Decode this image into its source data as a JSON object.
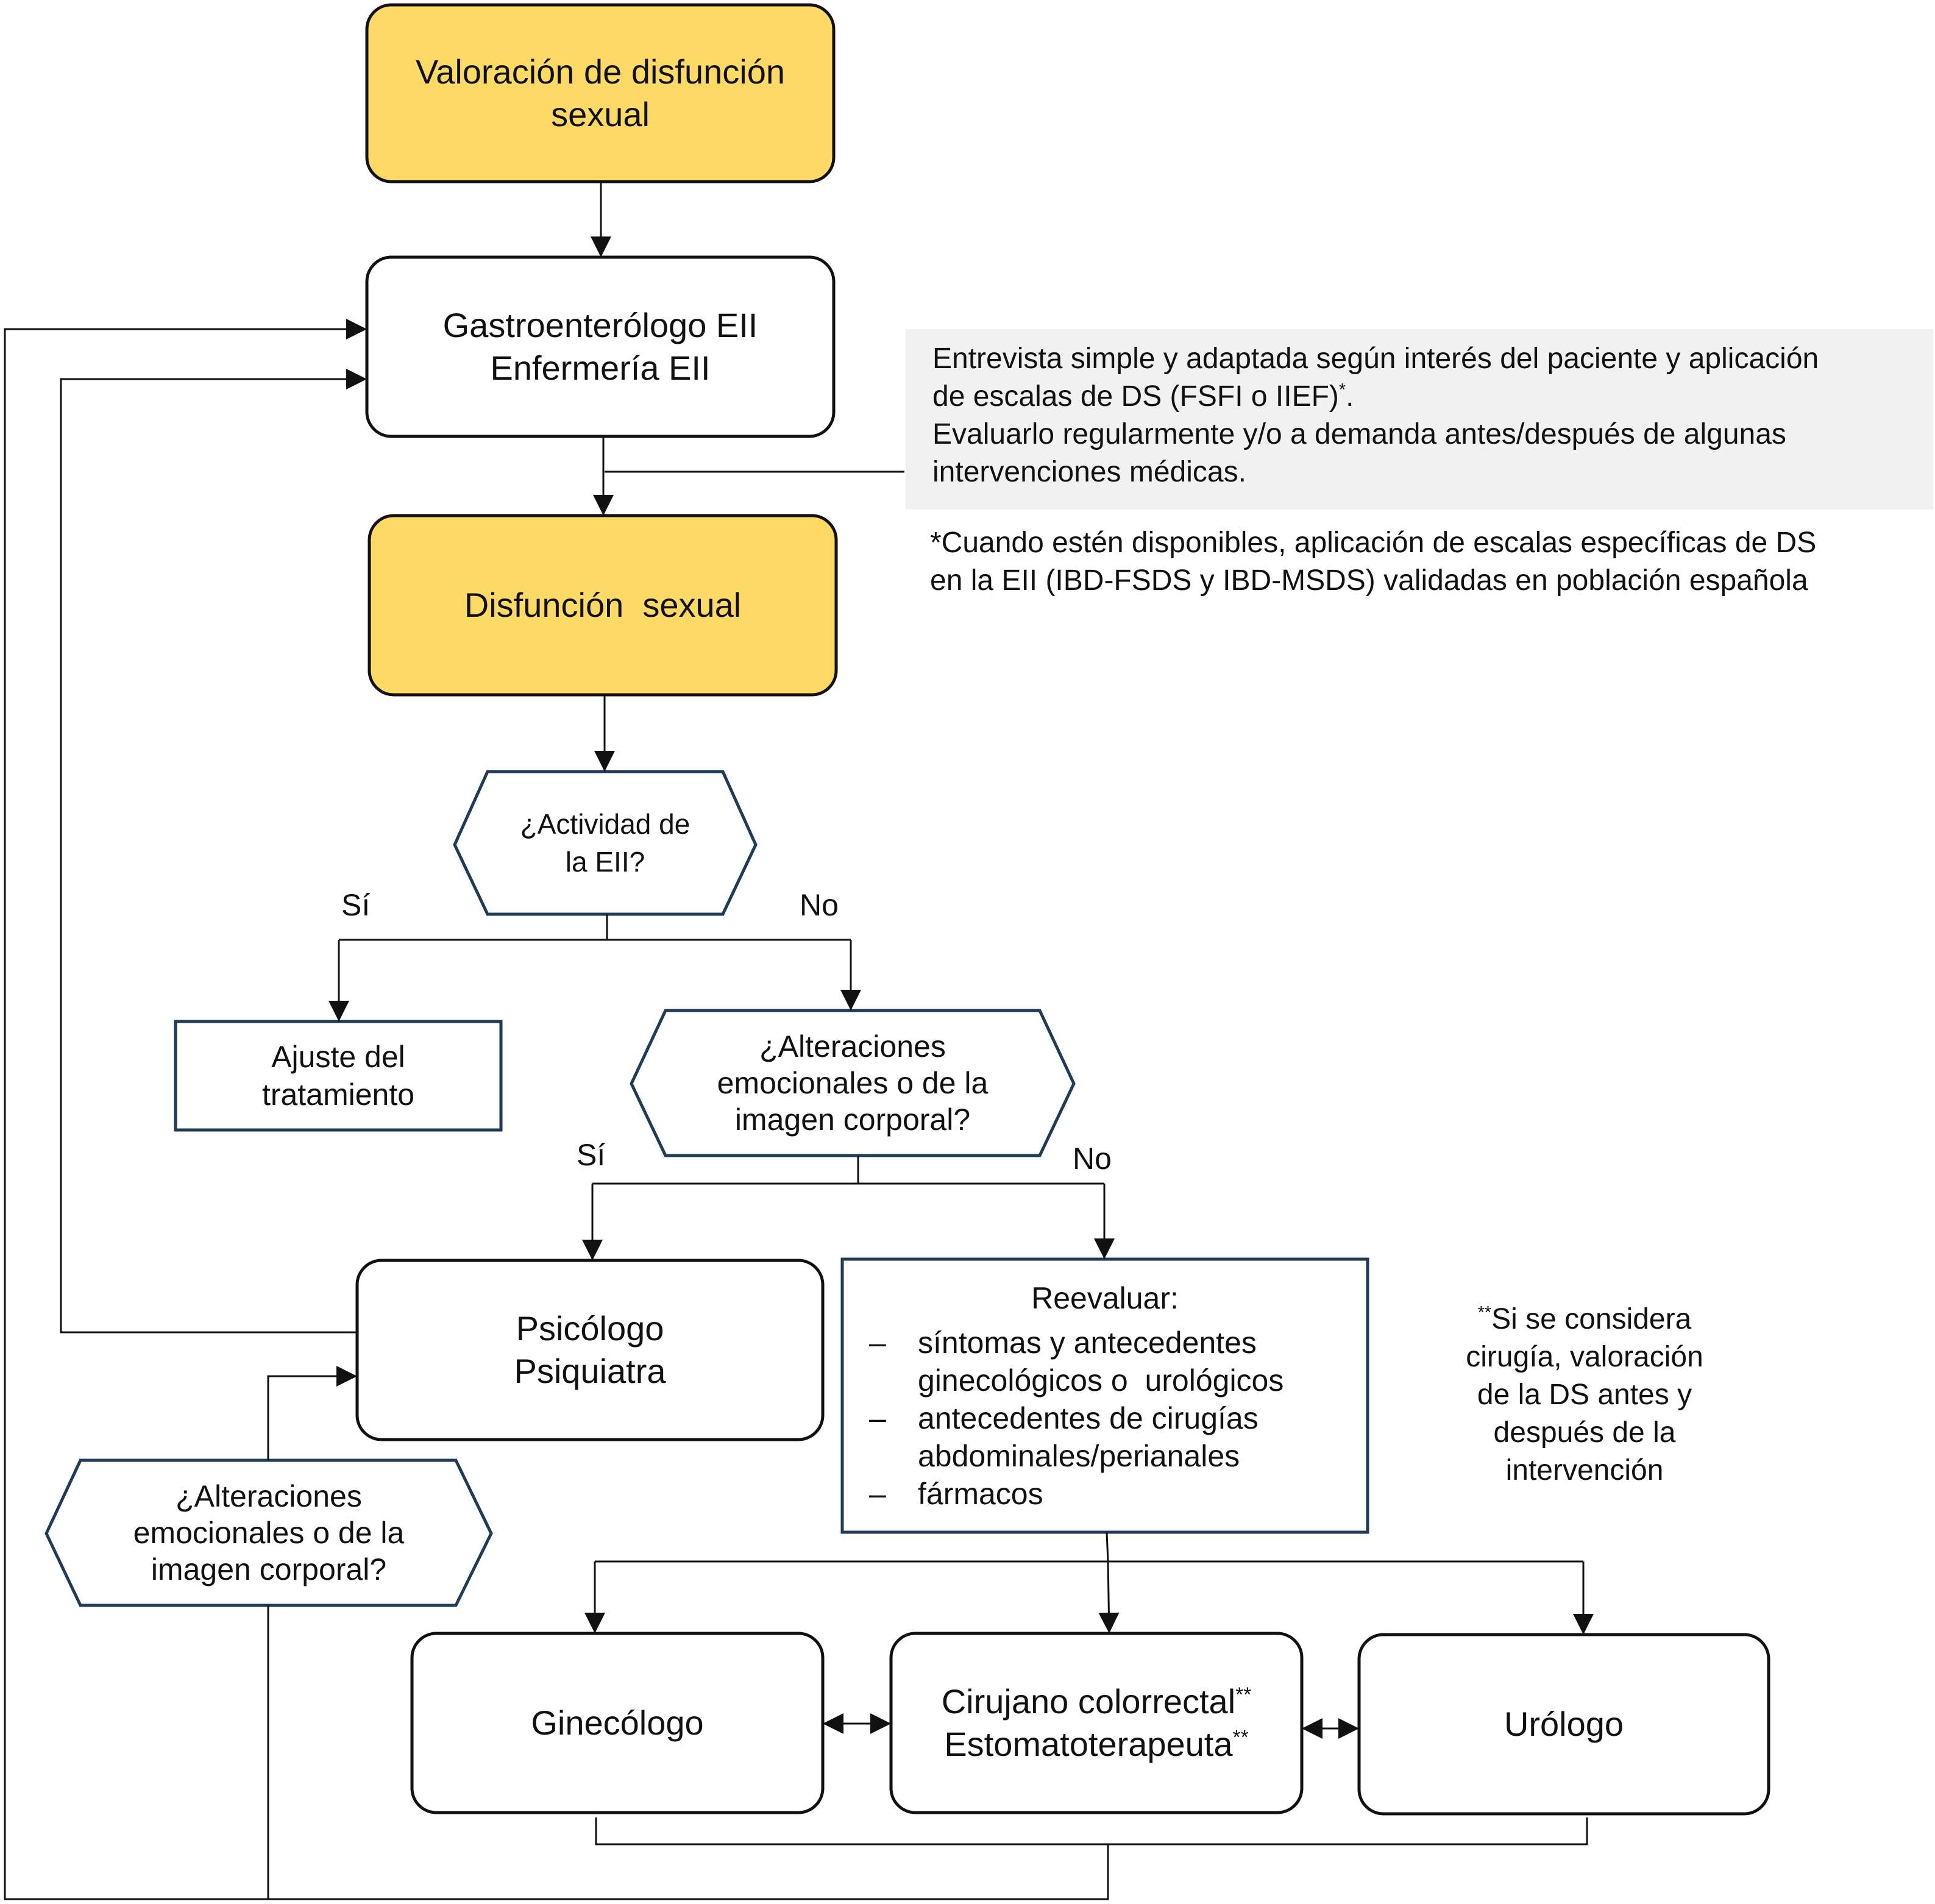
{
  "nodes": {
    "valoracion": {
      "lines": [
        "Valoración de disfunción",
        "sexual"
      ],
      "fill": "#fdd966"
    },
    "gastro": {
      "lines": [
        "Gastroenterólogo EII",
        "Enfermería EII"
      ]
    },
    "disfuncion": {
      "lines": [
        "Disfunción  sexual"
      ],
      "fill": "#fdd966"
    },
    "actividad": {
      "lines": [
        "¿Actividad de",
        "la EII?"
      ]
    },
    "ajuste": {
      "lines": [
        "Ajuste del",
        "tratamiento"
      ]
    },
    "alteraciones_1": {
      "lines": [
        "¿Alteraciones",
        "emocionales o de la",
        "imagen corporal?"
      ]
    },
    "psicologo": {
      "lines": [
        "Psicólogo",
        "Psiquiatra"
      ]
    },
    "reevaluar": {
      "title": "Reevaluar:",
      "items": [
        [
          "síntomas y antecedentes",
          "ginecológicos o  urológicos"
        ],
        [
          "antecedentes de cirugías",
          "abdominales/perianales"
        ],
        [
          "fármacos"
        ]
      ],
      "dash": "–"
    },
    "alteraciones_2": {
      "lines": [
        "¿Alteraciones",
        "emocionales o de la",
        "imagen corporal?"
      ]
    },
    "ginecologo": {
      "lines": [
        "Ginecólogo"
      ]
    },
    "cirujano": {
      "line1": "Cirujano colorrectal",
      "line2": "Estomatoterapeuta",
      "mark": "**"
    },
    "urologo": {
      "lines": [
        "Urólogo"
      ]
    }
  },
  "labels": {
    "si_1": "Sí",
    "no_1": "No",
    "si_2": "Sí",
    "no_2": "No"
  },
  "notes": {
    "entrevista": {
      "line1": "Entrevista simple y adaptada según interés del paciente y aplicación",
      "line2": "de escalas de DS (FSFI o IIEF)",
      "line2_sup": "*",
      "line2_end": ".",
      "line3": "Evaluarlo regularmente y/o a demanda antes/después de algunas",
      "line4": "intervenciones médicas."
    },
    "escalas": {
      "line1": "*Cuando estén disponibles, aplicación de escalas específicas de DS",
      "line2": "en la EII (IBD-FSDS y IBD-MSDS) validadas en población española"
    },
    "cirugia": {
      "sup": "**",
      "line1": "Si se considera",
      "line2": "cirugía, valoración",
      "line3": "de la DS antes y",
      "line4": "después de la",
      "line5": "intervención"
    }
  },
  "colors": {
    "accent_fill": "#fdd966",
    "navy_border": "#1f3b57",
    "line": "#111111",
    "note_bg": "#f1f1f1"
  }
}
